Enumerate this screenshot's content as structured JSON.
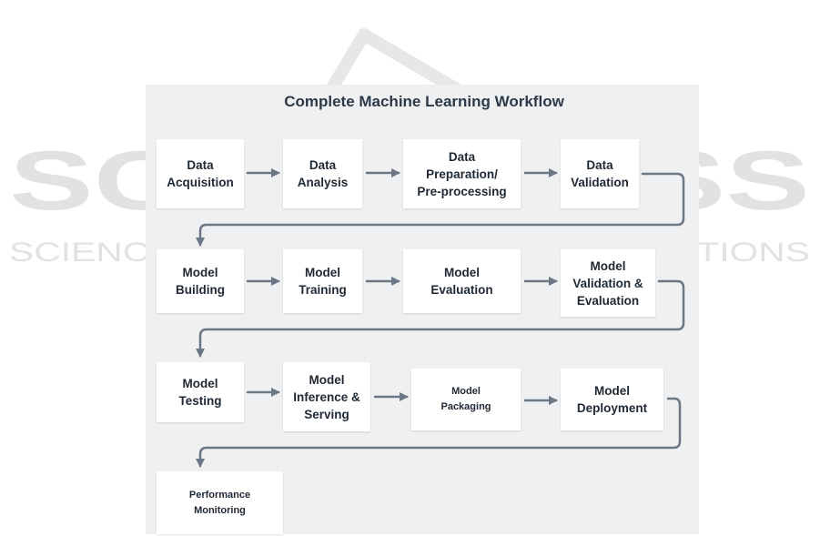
{
  "watermark": {
    "logo": "SCITEPRESS",
    "tagline": "SCIENCE AND TECHNOLOGY PUBLICATIONS"
  },
  "diagram": {
    "title": "Complete Machine Learning Workflow",
    "steps": [
      "Data\nAcquisition",
      "Data\nAnalysis",
      "Data\nPreparation/\nPre-processing",
      "Data\nValidation",
      "Model\nBuilding",
      "Model\nTraining",
      "Model\nEvaluation",
      "Model\nValidation &\nEvaluation",
      "Model\nTesting",
      "Model\nInference &\nServing",
      "Model\nPackaging",
      "Model\nDeployment",
      "Performance\nMonitoring"
    ],
    "colors": {
      "panel": "#eef0f2",
      "node": "#ffffff",
      "arrow": "#6b7785",
      "text": "#1f2933",
      "watermark": "#d6d6d6"
    }
  }
}
